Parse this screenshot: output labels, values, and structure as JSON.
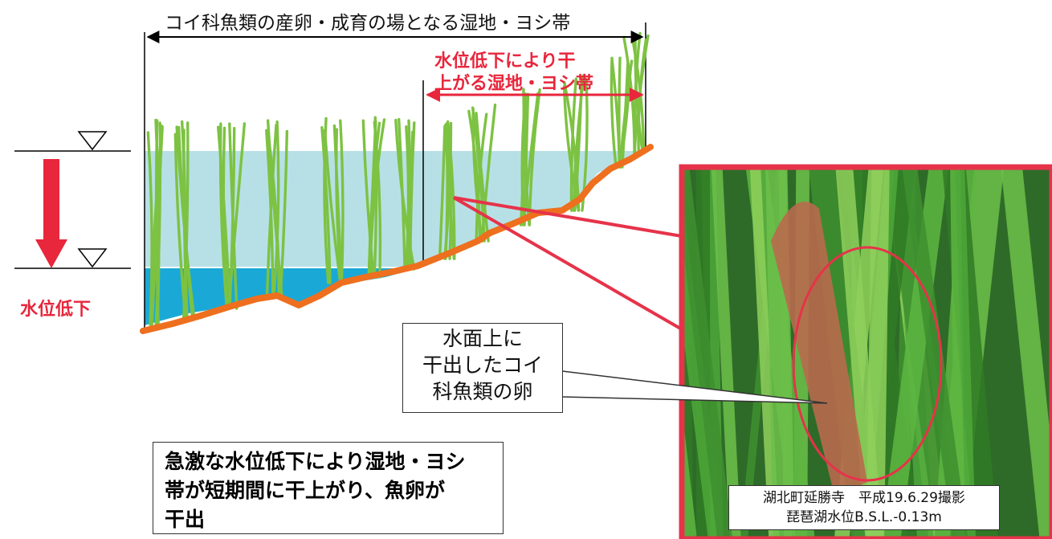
{
  "diagram": {
    "top_span_label": "コイ科魚類の産卵・成育の場となる湿地・ヨシ帯",
    "dry_zone_label_lines": [
      "水位低下により干",
      "上がる湿地・ヨシ帯"
    ],
    "water_drop_label": "水位低下",
    "egg_callout_lines": [
      "水面上に",
      "干出したコイ",
      "科魚類の卵"
    ],
    "summary_lines": [
      "急激な水位低下により湿地・ヨシ",
      "帯が短期間に干上がり、魚卵が",
      "干出"
    ],
    "photo": {
      "caption_lines": [
        "湖北町延勝寺　平成19.6.29撮影",
        "琵琶湖水位B.S.L.-0.13m"
      ]
    },
    "colors": {
      "accent_red": "#e8263c",
      "reed_green": "#7dc242",
      "upper_water": "#b7e0e6",
      "lower_water": "#1aa9d6",
      "ground": "#ee6f1e",
      "photo_border": "#e6334a"
    }
  }
}
